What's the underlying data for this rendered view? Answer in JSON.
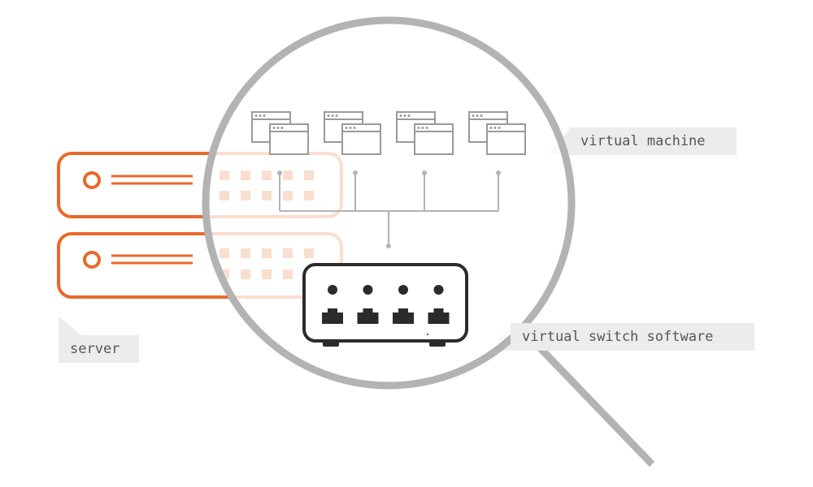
{
  "labels": {
    "server": "server",
    "virtual_machine": "virtual machine",
    "virtual_switch": "virtual switch software"
  },
  "colors": {
    "server": "#e8692a",
    "magnifier": "#b3b3b3",
    "wires": "#b3b3b3",
    "windows": "#9a9a9a",
    "switch": "#2b2b2b",
    "label_bg": "#ececec",
    "label_text": "#555555"
  },
  "diagram": {
    "server_units": 2,
    "server_ports_per_row": 5,
    "virtual_machines": 4,
    "switch_ports": 4
  }
}
